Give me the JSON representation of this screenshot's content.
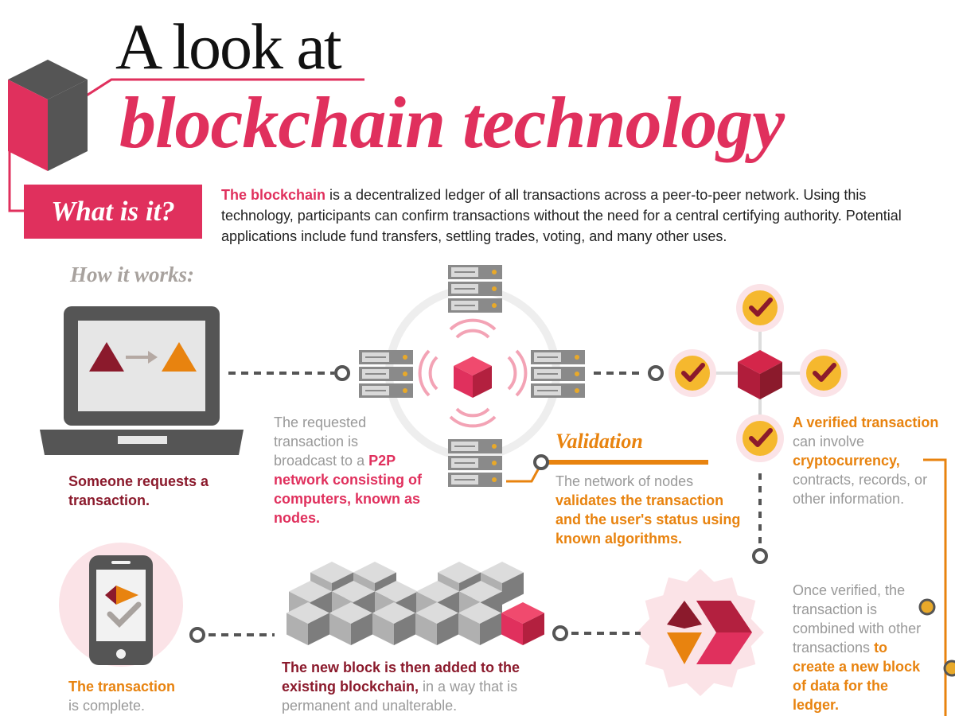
{
  "title": {
    "line1": "A look at",
    "line2": "blockchain technology"
  },
  "what_is_it": {
    "label": "What is it?",
    "highlight": "The blockchain",
    "text": " is a decentralized ledger of all transactions across a peer-to-peer network. Using this technology, participants can confirm transactions without the need for a central certifying authority. Potential applications include fund transfers, settling trades, voting, and many other uses."
  },
  "how_it_works": {
    "label": "How it works:"
  },
  "step1": {
    "text": "Someone requests a transaction."
  },
  "step2": {
    "plain": "The requested transaction is broadcast to a ",
    "highlight": "P2P network consisting of computers, known as nodes."
  },
  "step3": {
    "heading": "Validation",
    "plain": "The network of nodes ",
    "highlight": "validates the transaction and the user's status using known algorithms."
  },
  "step4": {
    "highlight1": "A verified transaction",
    "plain1": " can involve ",
    "highlight2": "cryptocurrency,",
    "plain2": " contracts, records, or other information."
  },
  "step5": {
    "plain": "Once verified, the transaction is combined with other transactions ",
    "highlight": "to create a new block of data for the ledger."
  },
  "step6": {
    "highlight": "The new block is then added to the existing blockchain,",
    "plain": " in a way that is permanent and unalterable."
  },
  "step7": {
    "highlight": "The transaction",
    "plain": " is complete."
  },
  "colors": {
    "pink": "#e0305d",
    "dark_red": "#8b1a2c",
    "orange": "#e8830f",
    "grey": "#9a9a9a",
    "dark_grey": "#555555"
  },
  "icons": [
    "cube-icon",
    "laptop-icon",
    "server-icon",
    "check-icon",
    "phone-icon",
    "chain-blocks-icon",
    "new-block-icon"
  ]
}
